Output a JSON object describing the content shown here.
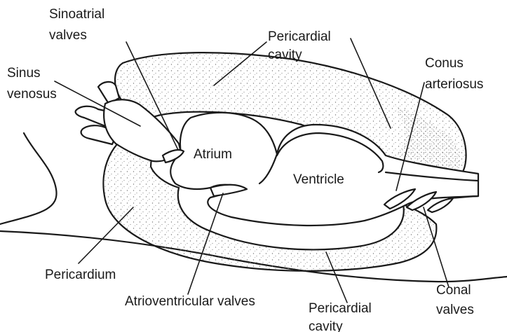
{
  "labels": {
    "sinoatrial_valves": [
      "Sinoatrial",
      "valves"
    ],
    "sinus_venosus": [
      "Sinus",
      "venosus"
    ],
    "pericardial_cavity_top": [
      "Pericardial",
      "cavity"
    ],
    "conus_arteriosus": [
      "Conus",
      "arteriosus"
    ],
    "atrium": "Atrium",
    "ventricle": "Ventricle",
    "pericardium": "Pericardium",
    "atrioventricular_valves": "Atrioventricular valves",
    "pericardial_cavity_bottom": [
      "Pericardial",
      "cavity"
    ],
    "conal_valves": [
      "Conal",
      "valves"
    ]
  },
  "colors": {
    "ink": "#1a1a1a",
    "stipple": "#7a7a7a",
    "background": "#ffffff"
  }
}
